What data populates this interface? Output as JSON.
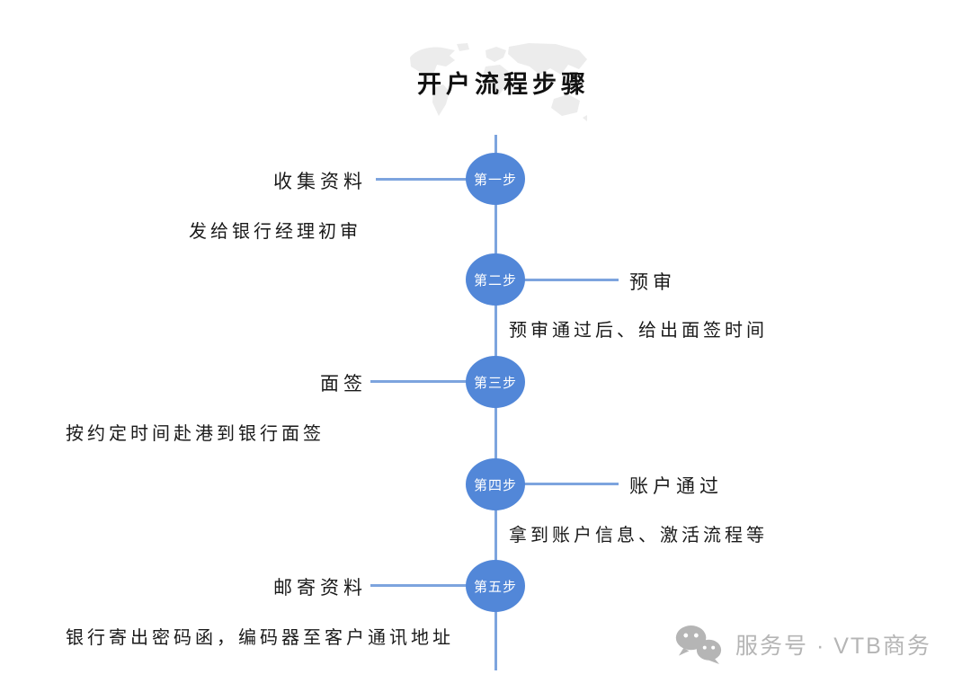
{
  "page": {
    "title": "开户流程步骤"
  },
  "colors": {
    "step_circle": "#5287d8",
    "timeline_line": "#7da4de",
    "map_silhouette": "#ececec",
    "footer_gray": "#b5b5b5",
    "text": "#1a1a1a"
  },
  "icons": {
    "background": "world-map-image",
    "footer": "wechat-icon"
  },
  "steps": [
    {
      "badge": "第一步",
      "side_label": "收集资料",
      "side_position": "left",
      "description": "发给银行经理初审"
    },
    {
      "badge": "第二步",
      "side_label": "预审",
      "side_position": "right",
      "description": "预审通过后、给出面签时间"
    },
    {
      "badge": "第三步",
      "side_label": "面签",
      "side_position": "left",
      "description": "按约定时间赴港到银行面签"
    },
    {
      "badge": "第四步",
      "side_label": "账户通过",
      "side_position": "right",
      "description": "拿到账户信息、激活流程等"
    },
    {
      "badge": "第五步",
      "side_label": "邮寄资料",
      "side_position": "left",
      "description": "银行寄出密码函，编码器至客户通讯地址"
    }
  ],
  "footer": {
    "label": "服务号 · VTB商务"
  }
}
